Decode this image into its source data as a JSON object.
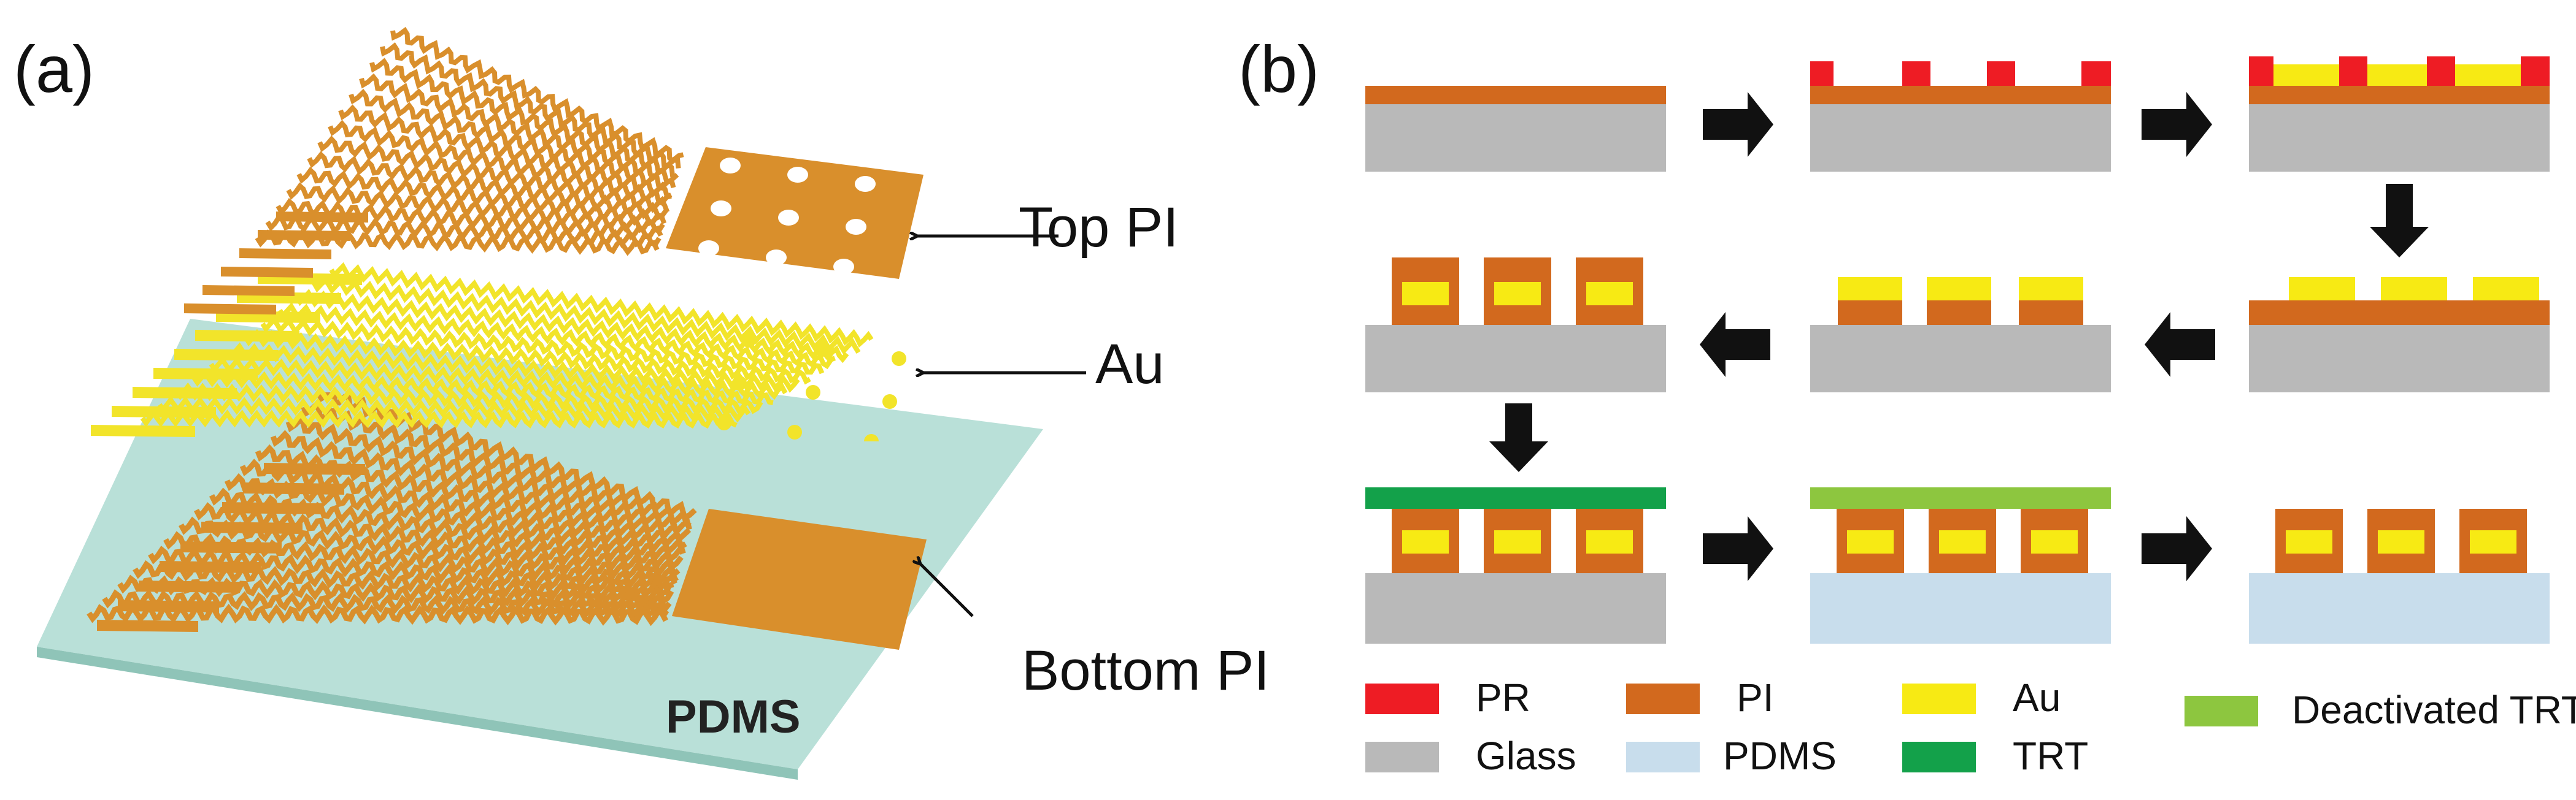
{
  "panel_a": {
    "label": "(a)",
    "callouts": {
      "top_pi": "Top PI",
      "au": "Au",
      "bottom_pi": "Bottom PI"
    },
    "substrate_label": "PDMS"
  },
  "panel_b": {
    "label": "(b)",
    "legend": [
      {
        "key": "pr",
        "label": "PR",
        "color": "#ee1c24"
      },
      {
        "key": "pi",
        "label": "PI",
        "color": "#d2691e"
      },
      {
        "key": "au",
        "label": "Au",
        "color": "#f7ea14"
      },
      {
        "key": "deactivated_trt",
        "label": "Deactivated TRT",
        "color": "#8dc63f"
      },
      {
        "key": "glass",
        "label": "Glass",
        "color": "#b9b9b9"
      },
      {
        "key": "pdms",
        "label": "PDMS",
        "color": "#c8ddec"
      },
      {
        "key": "trt",
        "label": "TRT",
        "color": "#13a14a"
      }
    ]
  },
  "colors": {
    "pi_orange": "#d2691e",
    "pi_panel_a": "#d98f2c",
    "au_yellow": "#f7ea14",
    "pr_red": "#ee1c24",
    "glass_gray": "#b9b9b9",
    "pdms_blue": "#c8ddec",
    "pdms_sheet": "#b9e0d8",
    "trt_green": "#13a14a",
    "deactivated_trt_green": "#8dc63f",
    "arrow_black": "#111111"
  },
  "icons": [
    "arrow-right-icon",
    "arrow-left-icon",
    "arrow-down-icon",
    "callout-arrow-icon"
  ]
}
